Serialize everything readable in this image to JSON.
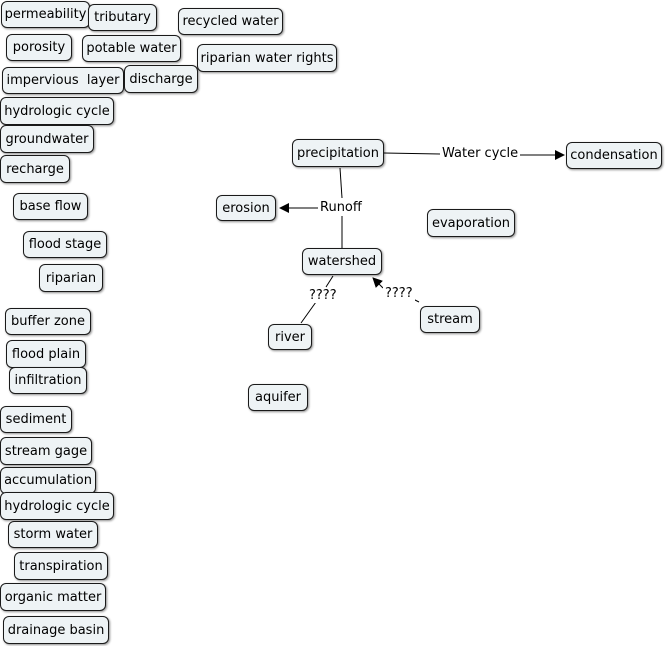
{
  "nodes": {
    "permeability": "permeability",
    "tributary": "tributary",
    "recycled_water": "recycled water",
    "porosity": "porosity",
    "potable_water": "potable water",
    "riparian_water_rights": "riparian water rights",
    "impervious_layer": "impervious  layer",
    "discharge": "discharge",
    "hydrologic_cycle_1": "hydrologic cycle",
    "groundwater": "groundwater",
    "recharge": "recharge",
    "base_flow": "base flow",
    "flood_stage": "flood stage",
    "riparian": "riparian",
    "buffer_zone": "buffer zone",
    "flood_plain": "flood plain",
    "infiltration": "infiltration",
    "sediment": "sediment",
    "stream_gage": "stream gage",
    "accumulation": "accumulation",
    "hydrologic_cycle_2": "hydrologic cycle",
    "storm_water": "storm water",
    "transpiration": "transpiration",
    "organic_matter": "organic matter",
    "drainage_basin": "drainage basin",
    "precipitation": "precipitation",
    "condensation": "condensation",
    "erosion": "erosion",
    "evaporation": "evaporation",
    "watershed": "watershed",
    "stream": "stream",
    "river": "river",
    "aquifer": "aquifer"
  },
  "links": {
    "water_cycle": "Water cycle",
    "runoff": "Runoff",
    "unknown_left": "????",
    "unknown_right": "????"
  }
}
